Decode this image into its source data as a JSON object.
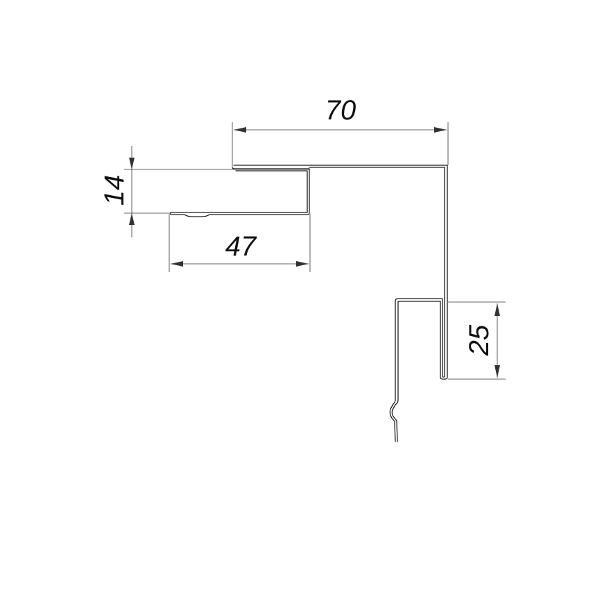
{
  "drawing": {
    "stroke_color": "#1a1a1a",
    "background": "#ffffff",
    "dimensions": {
      "top_width": "70",
      "flange_height": "14",
      "flange_width": "47",
      "drop_height": "25"
    }
  }
}
